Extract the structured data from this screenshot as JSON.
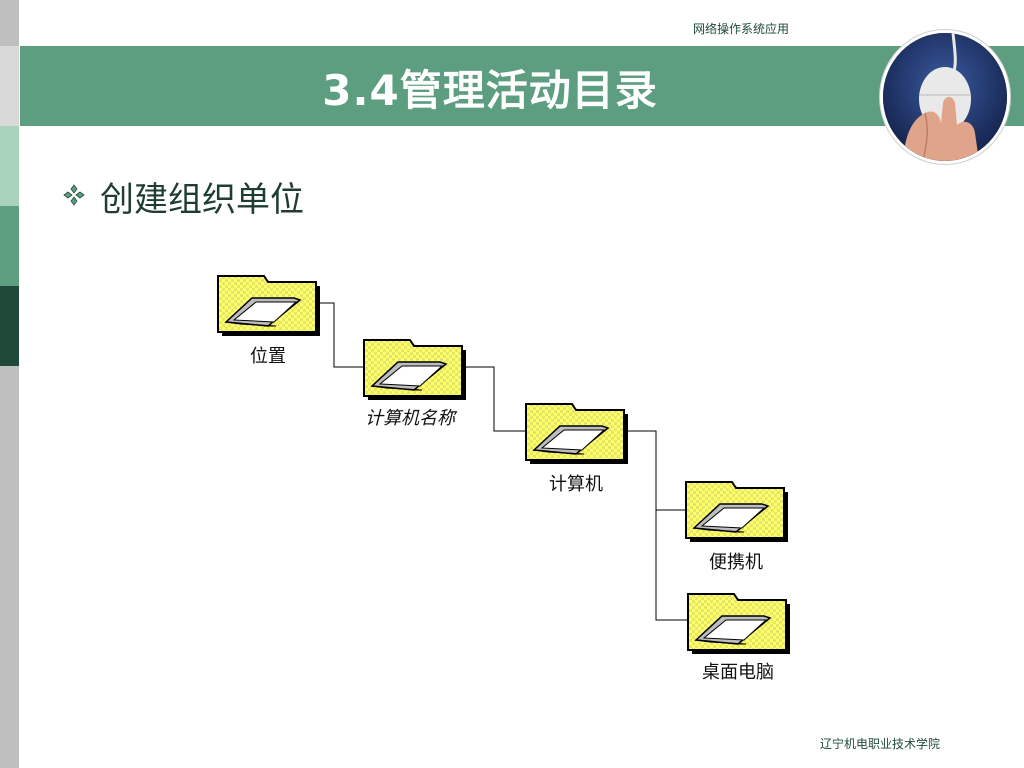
{
  "header": {
    "course_title": "网络操作系统应用",
    "slide_title": "3.4管理活动目录"
  },
  "bullet": {
    "text": "创建组织单位"
  },
  "tree": {
    "nodes": [
      {
        "id": "location",
        "label": "位置"
      },
      {
        "id": "computer-name",
        "label": "计算机名称"
      },
      {
        "id": "computer",
        "label": "计算机"
      },
      {
        "id": "laptop",
        "label": "便携机"
      },
      {
        "id": "desktop",
        "label": "桌面电脑"
      }
    ]
  },
  "footer": {
    "institution": "辽宁机电职业技术学院"
  },
  "colors": {
    "band": "#5e9e80",
    "dark_green": "#1f4a3a",
    "folder_yellow": "#ffff66"
  }
}
